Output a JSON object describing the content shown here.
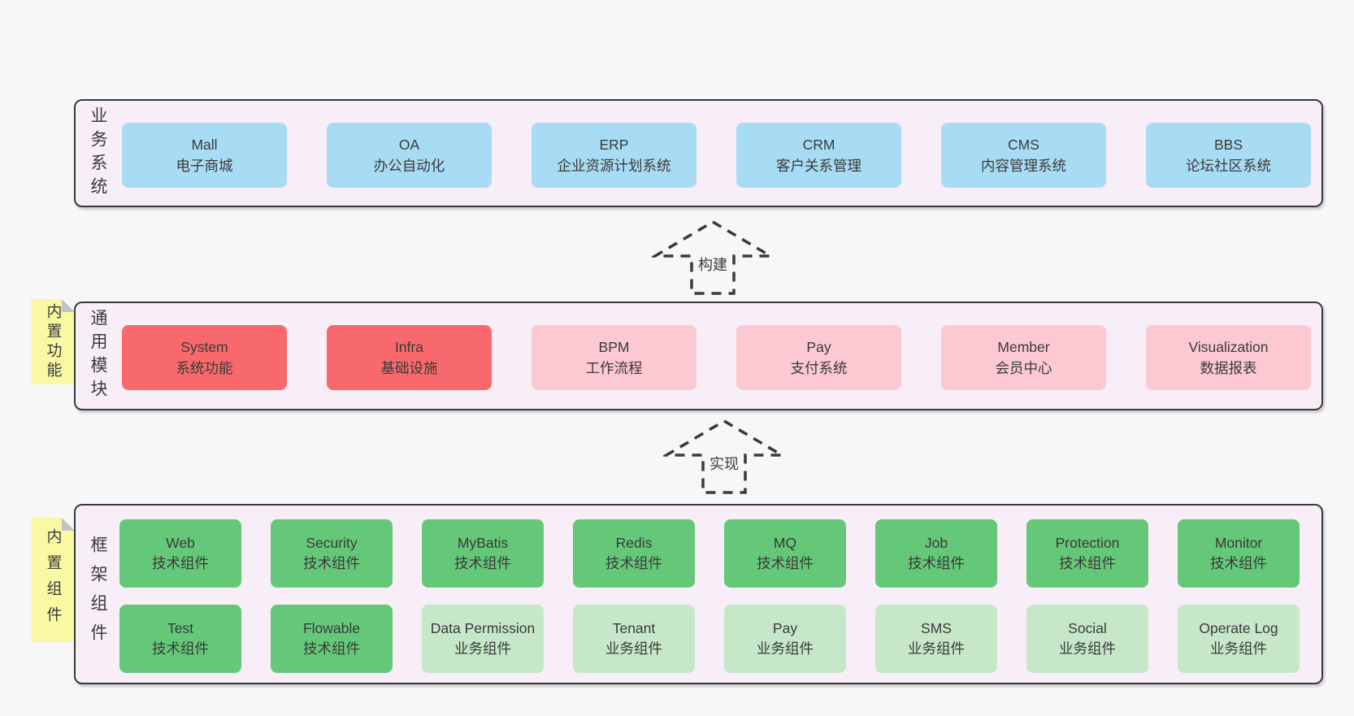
{
  "colors": {
    "background": "#f7f7f7",
    "layer_bg": "#f8eef7",
    "layer_border": "#38393b",
    "blue_box": "#a8dcf5",
    "red_box": "#f7696c",
    "pink_box": "#fcc8d2",
    "green_box": "#65c878",
    "light_green_box": "#c6e8c9",
    "sticky_yellow": "#faf8a3",
    "sticky_fold_gray": "#c2c2c2",
    "text": "#3a3a3a"
  },
  "layer1": {
    "label": "业务系统",
    "boxes": [
      {
        "title": "Mall",
        "subtitle": "电子商城"
      },
      {
        "title": "OA",
        "subtitle": "办公自动化"
      },
      {
        "title": "ERP",
        "subtitle": "企业资源计划系统"
      },
      {
        "title": "CRM",
        "subtitle": "客户关系管理"
      },
      {
        "title": "CMS",
        "subtitle": "内容管理系统"
      },
      {
        "title": "BBS",
        "subtitle": "论坛社区系统"
      }
    ]
  },
  "arrow1": {
    "label": "构建"
  },
  "layer2": {
    "label": "通用模块",
    "sticky": "内置功能",
    "boxes": [
      {
        "title": "System",
        "subtitle": "系统功能"
      },
      {
        "title": "Infra",
        "subtitle": "基础设施"
      },
      {
        "title": "BPM",
        "subtitle": "工作流程"
      },
      {
        "title": "Pay",
        "subtitle": "支付系统"
      },
      {
        "title": "Member",
        "subtitle": "会员中心"
      },
      {
        "title": "Visualization",
        "subtitle": "数据报表"
      }
    ]
  },
  "arrow2": {
    "label": "实现"
  },
  "layer3": {
    "label": "框架组件",
    "sticky": "内置组件",
    "row1": [
      {
        "title": "Web",
        "subtitle": "技术组件"
      },
      {
        "title": "Security",
        "subtitle": "技术组件"
      },
      {
        "title": "MyBatis",
        "subtitle": "技术组件"
      },
      {
        "title": "Redis",
        "subtitle": "技术组件"
      },
      {
        "title": "MQ",
        "subtitle": "技术组件"
      },
      {
        "title": "Job",
        "subtitle": "技术组件"
      },
      {
        "title": "Protection",
        "subtitle": "技术组件"
      },
      {
        "title": "Monitor",
        "subtitle": "技术组件"
      }
    ],
    "row2": [
      {
        "title": "Test",
        "subtitle": "技术组件"
      },
      {
        "title": "Flowable",
        "subtitle": "技术组件"
      },
      {
        "title": "Data Permission",
        "subtitle": "业务组件"
      },
      {
        "title": "Tenant",
        "subtitle": "业务组件"
      },
      {
        "title": "Pay",
        "subtitle": "业务组件"
      },
      {
        "title": "SMS",
        "subtitle": "业务组件"
      },
      {
        "title": "Social",
        "subtitle": "业务组件"
      },
      {
        "title": "Operate Log",
        "subtitle": "业务组件"
      }
    ]
  }
}
